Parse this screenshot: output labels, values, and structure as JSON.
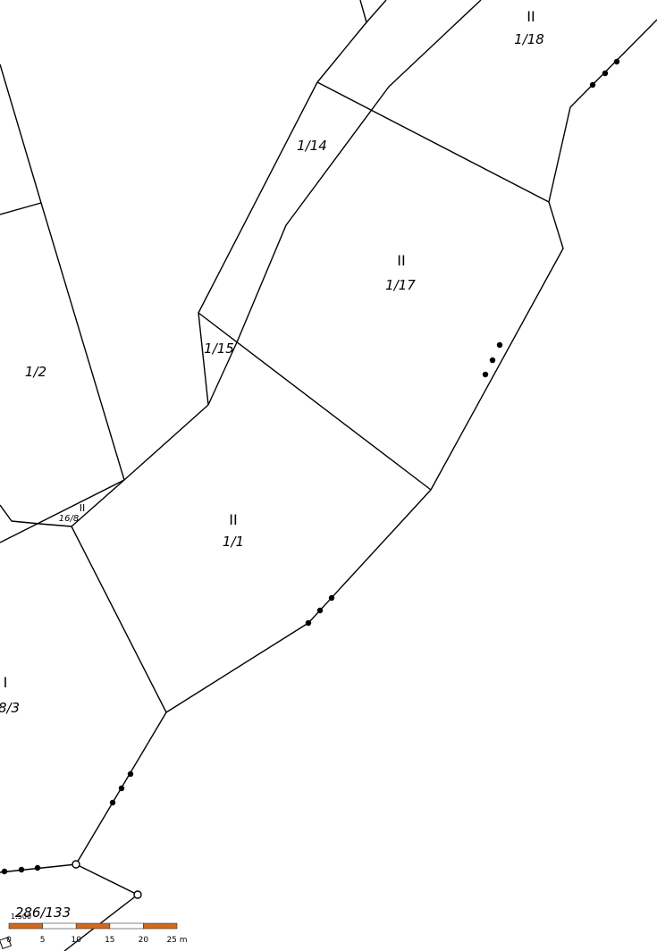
{
  "map": {
    "parcels": [
      {
        "id": "p-1-18",
        "class": "II",
        "number": "1/18"
      },
      {
        "id": "p-1-14",
        "class": "",
        "number": "1/14"
      },
      {
        "id": "p-1-17",
        "class": "II",
        "number": "1/17"
      },
      {
        "id": "p-1-15",
        "class": "",
        "number": "1/15"
      },
      {
        "id": "p-1-2",
        "class": "",
        "number": "1/2"
      },
      {
        "id": "p-1-1",
        "class": "II",
        "number": "1/1"
      },
      {
        "id": "p-16-8",
        "class": "II",
        "number": "16/8"
      },
      {
        "id": "p-8-3",
        "class": "I",
        "number": "8/3"
      },
      {
        "id": "p-286-133",
        "class": "",
        "number": "286/133"
      }
    ],
    "scale_bar": {
      "ratio": "1:500",
      "tick_labels": [
        "0",
        "5",
        "10",
        "15",
        "20",
        "25 m"
      ],
      "colors": [
        "#d2691e",
        "#ffffff"
      ]
    }
  }
}
